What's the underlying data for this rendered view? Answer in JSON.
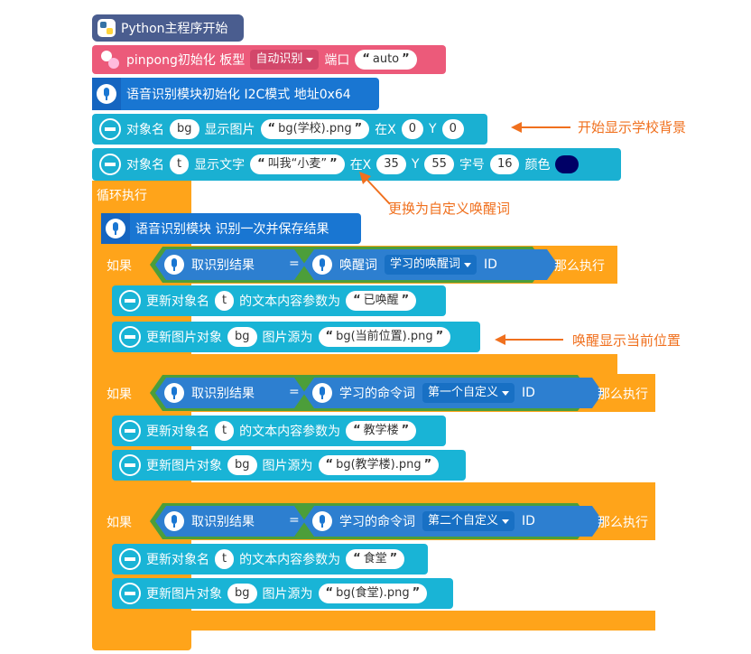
{
  "header": {
    "label": "Python主程序开始"
  },
  "pinpong": {
    "label": "pinpong初始化 板型",
    "board": "自动识别",
    "port_label": "端口",
    "port": "auto"
  },
  "voice_init": {
    "label": "语音识别模块初始化 I2C模式 地址0x64"
  },
  "show_image": {
    "obj_label": "对象名",
    "obj": "bg",
    "label": "显示图片",
    "file": "bg(学校).png",
    "x_label": "在X",
    "x": "0",
    "y_label": "Y",
    "y": "0"
  },
  "show_text": {
    "obj_label": "对象名",
    "obj": "t",
    "label": "显示文字",
    "text": "叫我“小麦”",
    "x_label": "在X",
    "x": "35",
    "y_label": "Y",
    "y": "55",
    "size_label": "字号",
    "size": "16",
    "color_label": "颜色",
    "color": "#000066"
  },
  "loop": {
    "label": "循环执行"
  },
  "recognize": {
    "label": "语音识别模块 识别一次并保存结果"
  },
  "if1": {
    "if_label": "如果",
    "result": "取识别结果",
    "eq": "=",
    "kind": "唤醒词",
    "value": "学习的唤醒词",
    "id": "ID",
    "then": "那么执行",
    "update_text": {
      "label": "更新对象名",
      "obj": "t",
      "label2": "的文本内容参数为",
      "value": "已唤醒"
    },
    "update_img": {
      "label": "更新图片对象",
      "obj": "bg",
      "label2": "图片源为",
      "value": "bg(当前位置).png"
    }
  },
  "if2": {
    "if_label": "如果",
    "result": "取识别结果",
    "eq": "=",
    "kind": "学习的命令词",
    "value": "第一个自定义",
    "id": "ID",
    "then": "那么执行",
    "update_text": {
      "label": "更新对象名",
      "obj": "t",
      "label2": "的文本内容参数为",
      "value": "教学楼"
    },
    "update_img": {
      "label": "更新图片对象",
      "obj": "bg",
      "label2": "图片源为",
      "value": "bg(教学楼).png"
    }
  },
  "if3": {
    "if_label": "如果",
    "result": "取识别结果",
    "eq": "=",
    "kind": "学习的命令词",
    "value": "第二个自定义",
    "id": "ID",
    "then": "那么执行",
    "update_text": {
      "label": "更新对象名",
      "obj": "t",
      "label2": "的文本内容参数为",
      "value": "食堂"
    },
    "update_img": {
      "label": "更新图片对象",
      "obj": "bg",
      "label2": "图片源为",
      "value": "bg(食堂).png"
    }
  },
  "annotations": {
    "note1": "开始显示学校背景",
    "note2": "更换为自定义唤醒词",
    "note3": "唤醒显示当前位置"
  },
  "colors": {
    "python": "#4a5d8f",
    "pinpong": "#ec5a7a",
    "voice": "#1976d2",
    "object": "#1ab0d2",
    "control": "#ffa41a",
    "annotation": "#f0701e"
  }
}
